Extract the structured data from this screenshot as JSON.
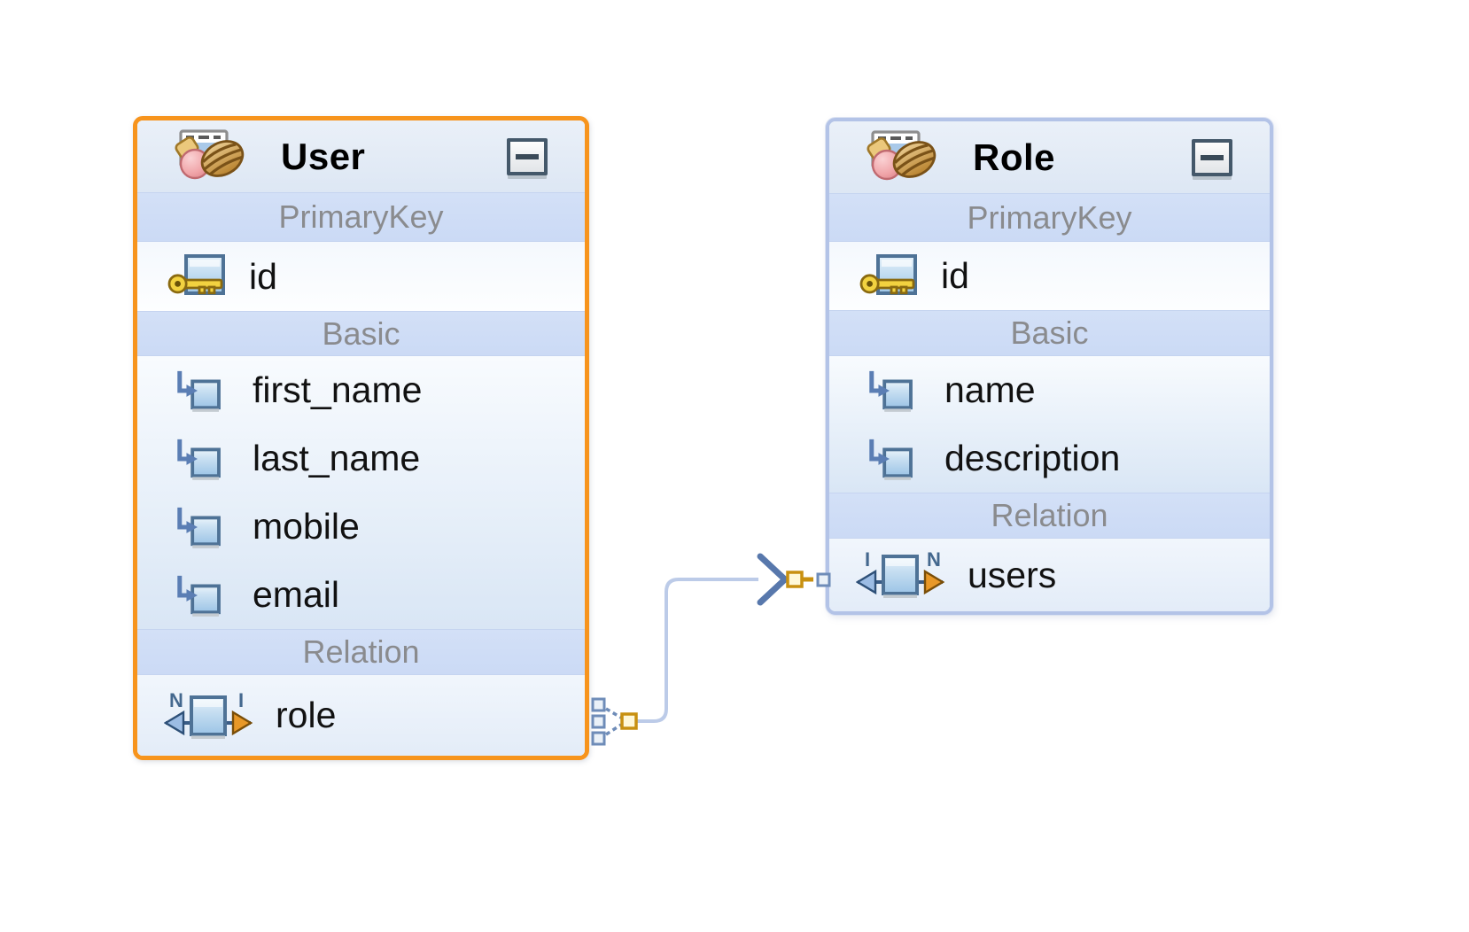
{
  "diagram": {
    "entities": [
      {
        "name": "User",
        "selected": true,
        "sections": [
          {
            "label": "PrimaryKey",
            "fields": [
              {
                "name": "id",
                "icon": "primary-key-icon"
              }
            ]
          },
          {
            "label": "Basic",
            "fields": [
              {
                "name": "first_name",
                "icon": "basic-attribute-icon"
              },
              {
                "name": "last_name",
                "icon": "basic-attribute-icon"
              },
              {
                "name": "mobile",
                "icon": "basic-attribute-icon"
              },
              {
                "name": "email",
                "icon": "basic-attribute-icon"
              }
            ]
          },
          {
            "label": "Relation",
            "fields": [
              {
                "name": "role",
                "icon": "relation-icon",
                "cardinality_left": "N",
                "cardinality_right": "I"
              }
            ]
          }
        ]
      },
      {
        "name": "Role",
        "selected": false,
        "sections": [
          {
            "label": "PrimaryKey",
            "fields": [
              {
                "name": "id",
                "icon": "primary-key-icon"
              }
            ]
          },
          {
            "label": "Basic",
            "fields": [
              {
                "name": "name",
                "icon": "basic-attribute-icon"
              },
              {
                "name": "description",
                "icon": "basic-attribute-icon"
              }
            ]
          },
          {
            "label": "Relation",
            "fields": [
              {
                "name": "users",
                "icon": "relation-icon",
                "cardinality_left": "I",
                "cardinality_right": "N"
              }
            ]
          }
        ]
      }
    ],
    "connector": {
      "from": "User.role",
      "to": "Role.users"
    },
    "colors": {
      "selected_border": "#F7941D",
      "entity_border": "#B3C3E7",
      "section_bar": "#CCDBF5",
      "connector_line": "#BCCBE8",
      "handle_yellow": "#C89010",
      "handle_blue": "#6E8CB8"
    }
  }
}
